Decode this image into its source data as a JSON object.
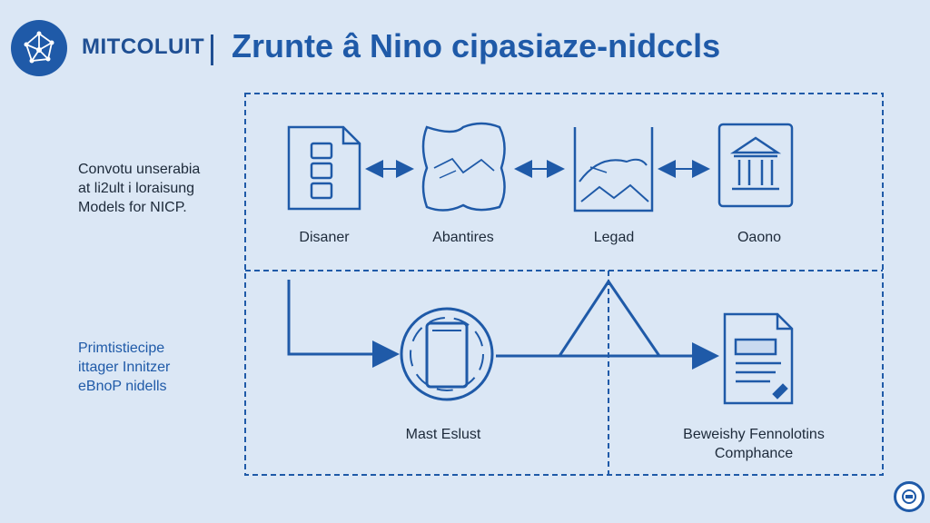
{
  "header": {
    "brand": "MITCOLUIT",
    "title": "Zrunte â Nino cipasiaze-nidccls"
  },
  "side_top": [
    "Convotu unserabia",
    "at li2ult i loraisung",
    "Models for NICP."
  ],
  "side_bottom": [
    "Primtistiecipe",
    "ittager Innitzer",
    "eBnoP nidells"
  ],
  "nodes": {
    "n1": "Disaner",
    "n2": "Abantires",
    "n3": "Legad",
    "n4": "Oaono",
    "n5": "Mast Eslust",
    "n6_line1": "Beweishy Fennolotins",
    "n6_line2": "Comphance"
  },
  "colors": {
    "accent": "#1f5aa8",
    "background": "#dbe7f5"
  },
  "icons": [
    "network-logo-icon",
    "document-icon",
    "puzzle-map-icon",
    "landscape-icon",
    "bank-icon",
    "phone-icon",
    "report-icon",
    "badge-icon"
  ]
}
